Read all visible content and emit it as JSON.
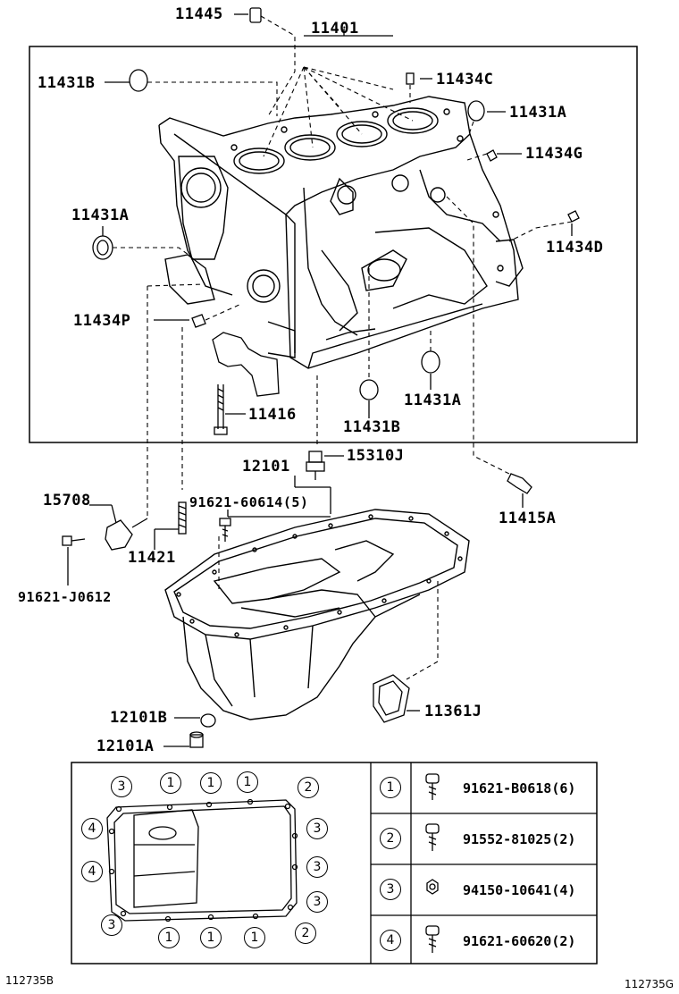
{
  "labels": {
    "p11445": "11445",
    "p11401": "11401",
    "p11431B_top": "11431B",
    "p11434C": "11434C",
    "p11431A_right": "11431A",
    "p11434G": "11434G",
    "p11431A_left": "11431A",
    "p11434D": "11434D",
    "p11434P": "11434P",
    "p11416": "11416",
    "p11431B_bottom": "11431B",
    "p11431A_bottom": "11431A",
    "p15310J": "15310J",
    "p12101": "12101",
    "p15708": "15708",
    "p91621_60614": "91621-60614(5)",
    "p11415A": "11415A",
    "p11421": "11421",
    "p91621_J0612": "91621-J0612",
    "p12101B": "12101B",
    "p11361J": "11361J",
    "p12101A": "12101A"
  },
  "inset_markers": {
    "top": [
      "3",
      "1",
      "1",
      "1",
      "2"
    ],
    "left": [
      "4",
      "4"
    ],
    "right": [
      "3",
      "3",
      "3"
    ],
    "bottom": [
      "3",
      "1",
      "1",
      "1",
      "2"
    ]
  },
  "legend": [
    {
      "num": "1",
      "part": "91621-B0618(6)"
    },
    {
      "num": "2",
      "part": "91552-81025(2)"
    },
    {
      "num": "3",
      "part": "94150-10641(4)"
    },
    {
      "num": "4",
      "part": "91621-60620(2)"
    }
  ],
  "footer": {
    "left": "112735B",
    "right": "112735G"
  }
}
